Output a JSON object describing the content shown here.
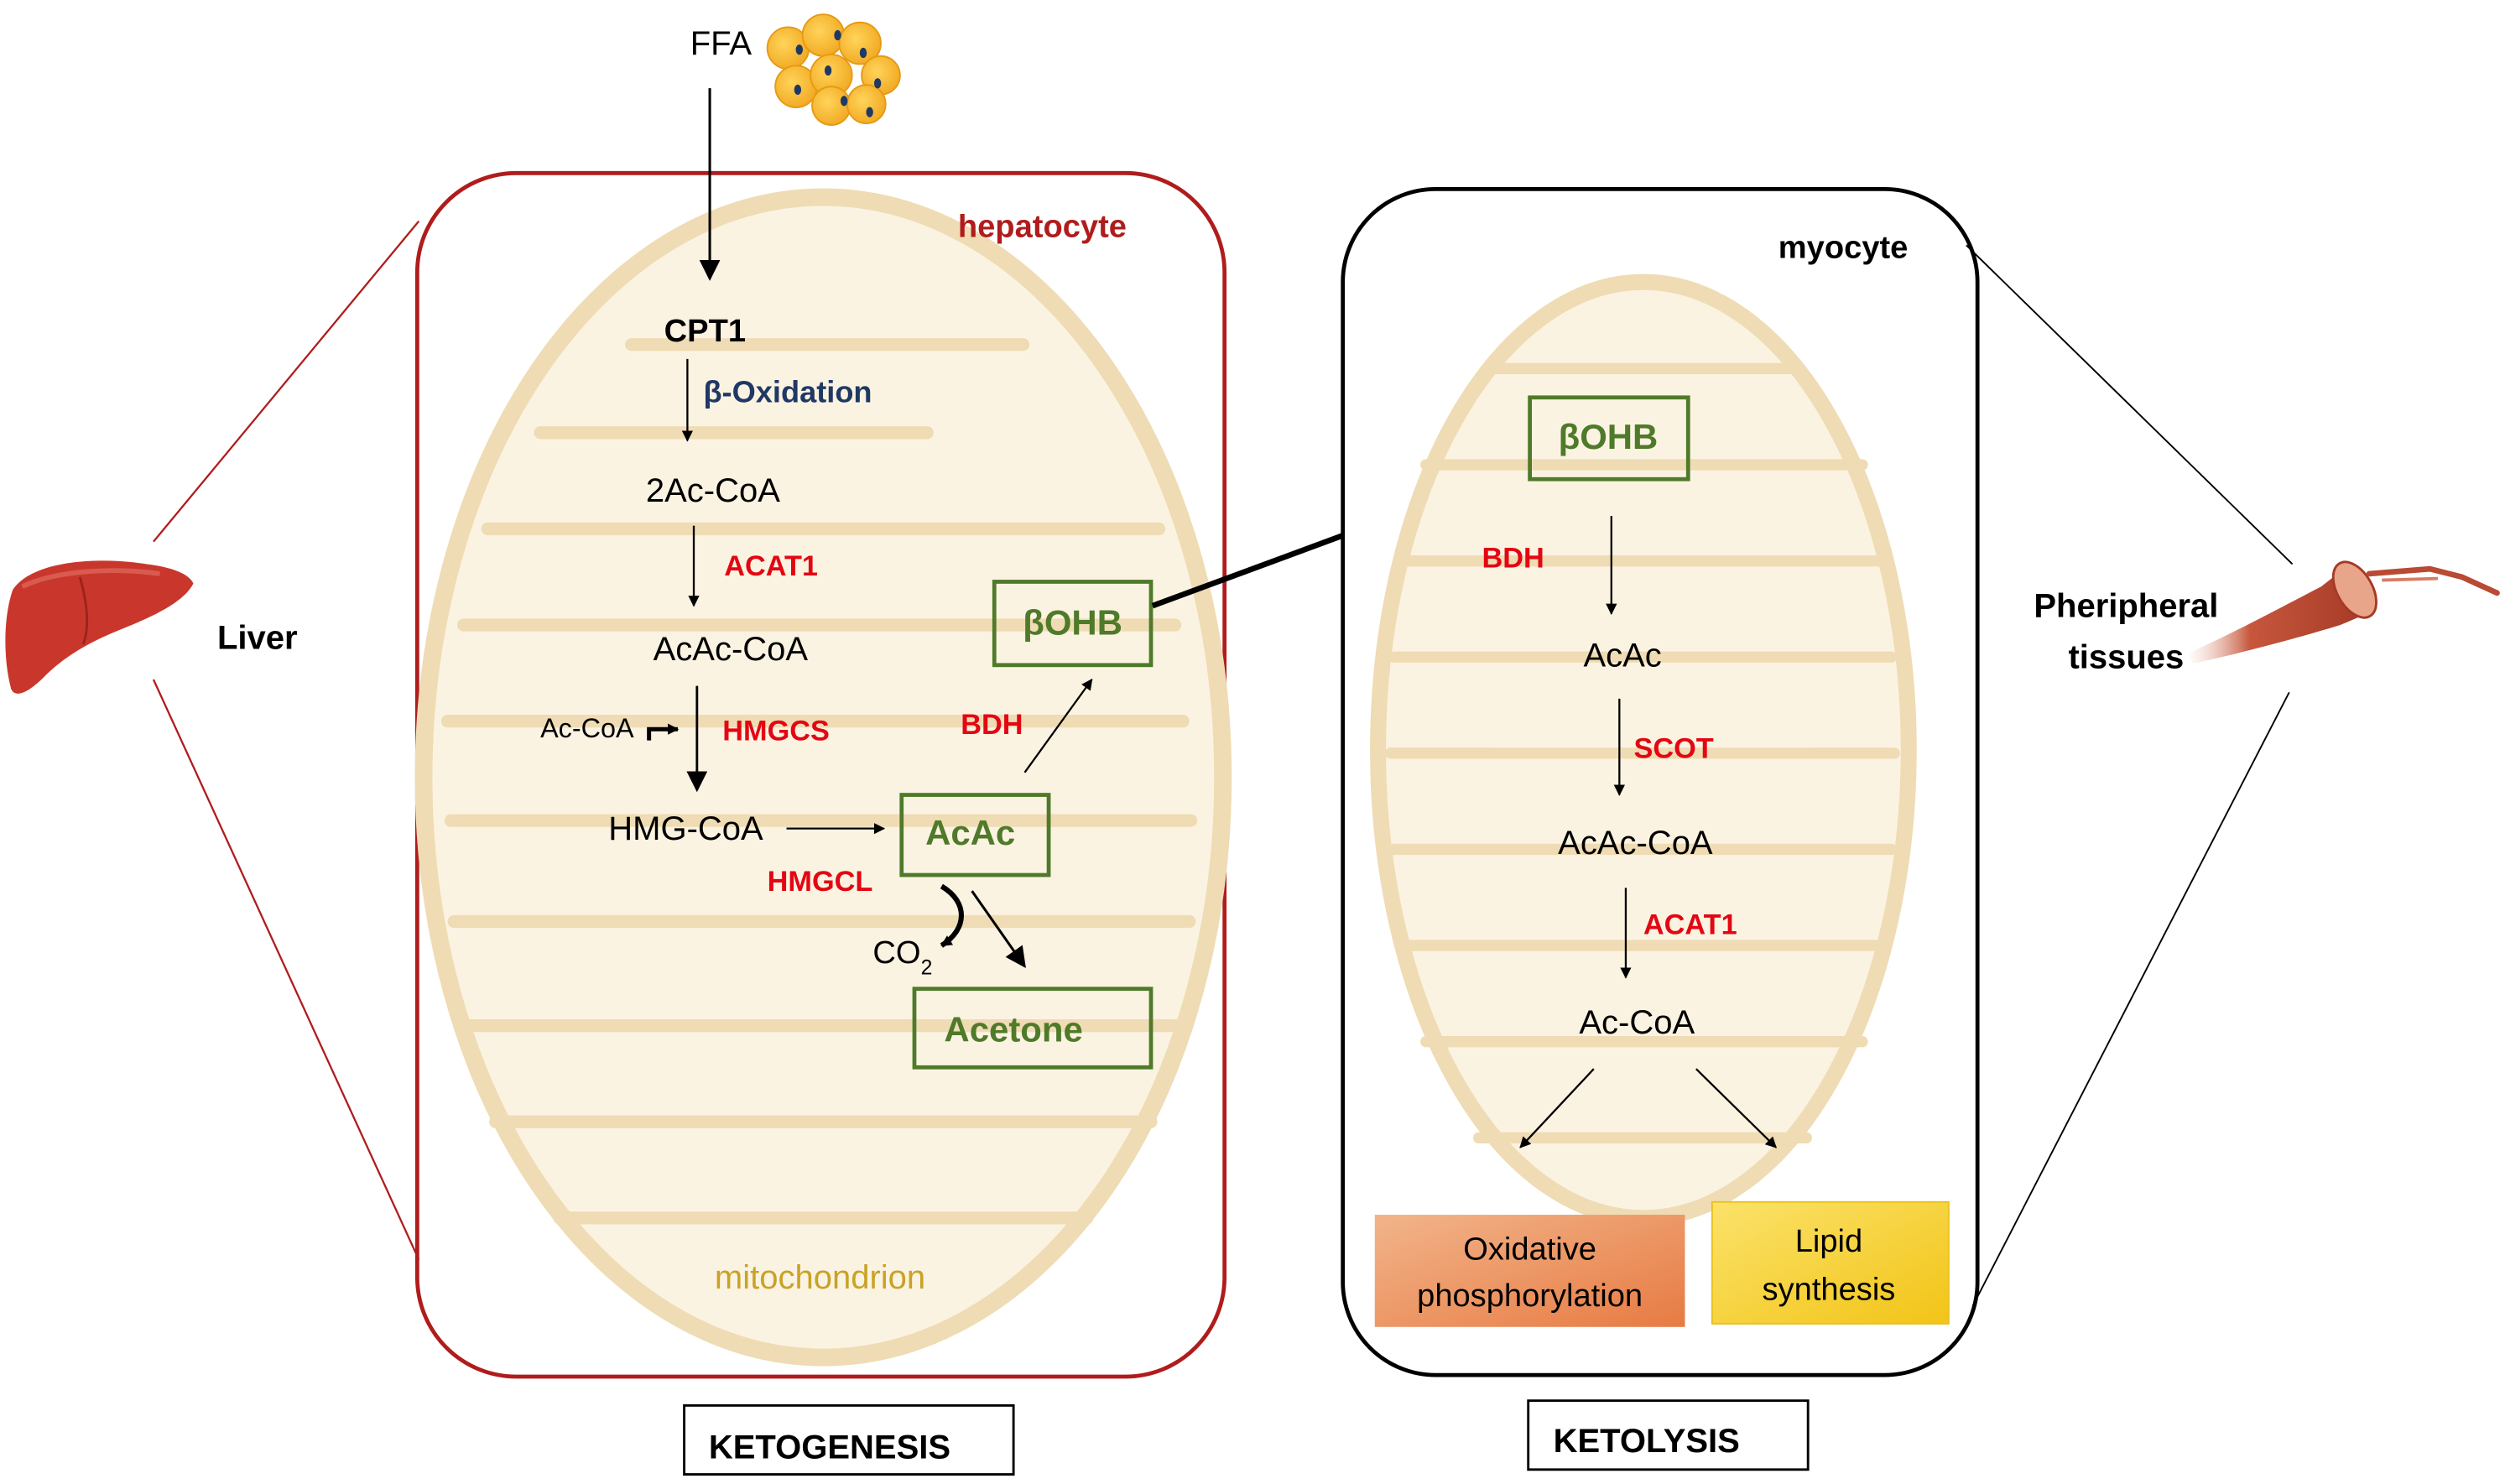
{
  "inputs": {
    "ffa": "FFA"
  },
  "organs": {
    "liver": "Liver",
    "peripheral_line1": "Pheripheral",
    "peripheral_line2": "tissues"
  },
  "hepatocyte": {
    "cell_label": "hepatocyte",
    "organelle_label": "mitochondrion",
    "cpt1": "CPT1",
    "beta_oxidation": "β-Oxidation",
    "ac_coa_2": "2Ac-CoA",
    "acat1": "ACAT1",
    "acac_coa": "AcAc-CoA",
    "ac_coa_input": "Ac-CoA",
    "hmgcs": "HMGCS",
    "hmg_coa": "HMG-CoA",
    "hmgcl": "HMGCL",
    "acac": "AcAc",
    "bdh": "BDH",
    "bohb": "βOHB",
    "co2": "CO",
    "co2_sub": "2",
    "acetone": "Acetone"
  },
  "myocyte": {
    "cell_label": "myocyte",
    "bohb": "βOHB",
    "bdh": "BDH",
    "acac": "AcAc",
    "scot": "SCOT",
    "acac_coa": "AcAc-CoA",
    "acat1": "ACAT1",
    "ac_coa": "Ac-CoA",
    "oxphos_line1": "Oxidative",
    "oxphos_line2": "phosphorylation",
    "lipid_line1": "Lipid",
    "lipid_line2": "synthesis"
  },
  "process_labels": {
    "ketogenesis": "KETOGENESIS",
    "ketolysis": "KETOLYSIS"
  },
  "colors": {
    "enzyme": "#e30613",
    "ketone_body": "#4f7a2a",
    "hepatocyte_border": "#b01c1c",
    "mitochondrion_fill": "#fbf3e2",
    "mitochondrion_crista": "#efdcb4",
    "oxphos_box": "#ee9a63",
    "lipid_box": "#f6d23a"
  }
}
